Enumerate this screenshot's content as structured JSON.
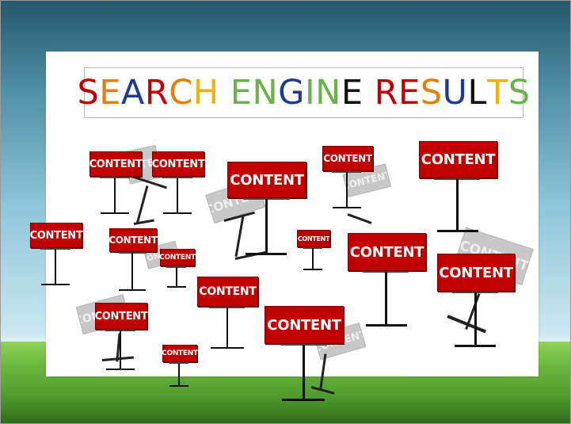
{
  "title": {
    "letters": [
      {
        "ch": "S",
        "color": "#c00000"
      },
      {
        "ch": "E",
        "color": "#e67e00"
      },
      {
        "ch": "A",
        "color": "#1f3a93"
      },
      {
        "ch": "R",
        "color": "#c00000"
      },
      {
        "ch": "C",
        "color": "#e67e00"
      },
      {
        "ch": "H",
        "color": "#f0b400"
      },
      {
        "ch": " ",
        "color": "#000000"
      },
      {
        "ch": "E",
        "color": "#6ab04c"
      },
      {
        "ch": "N",
        "color": "#6ab04c"
      },
      {
        "ch": "G",
        "color": "#1f3a93"
      },
      {
        "ch": "I",
        "color": "#6ab04c"
      },
      {
        "ch": "N",
        "color": "#6ab04c"
      },
      {
        "ch": "E",
        "color": "#111111"
      },
      {
        "ch": " ",
        "color": "#000000"
      },
      {
        "ch": "R",
        "color": "#c00000"
      },
      {
        "ch": "E",
        "color": "#c00000"
      },
      {
        "ch": "S",
        "color": "#e67e00"
      },
      {
        "ch": "U",
        "color": "#1f3a93"
      },
      {
        "ch": "L",
        "color": "#111111"
      },
      {
        "ch": "T",
        "color": "#f0b400"
      },
      {
        "ch": "S",
        "color": "#6ab04c"
      }
    ]
  },
  "sign_label": "CONTENT",
  "fallen_labels": [
    "CONTENT",
    "CONTENT",
    "CONTENT",
    "CONTENT",
    "CONTENT",
    "CONTENT",
    "CONTENT"
  ],
  "colors": {
    "sign_red": "#c00000",
    "pole_black": "#111111",
    "fallen_gray": "#c8c8c8",
    "sky_top": "#25586b",
    "sky_bottom": "#dff1f6",
    "grass": "#6cb83e"
  }
}
